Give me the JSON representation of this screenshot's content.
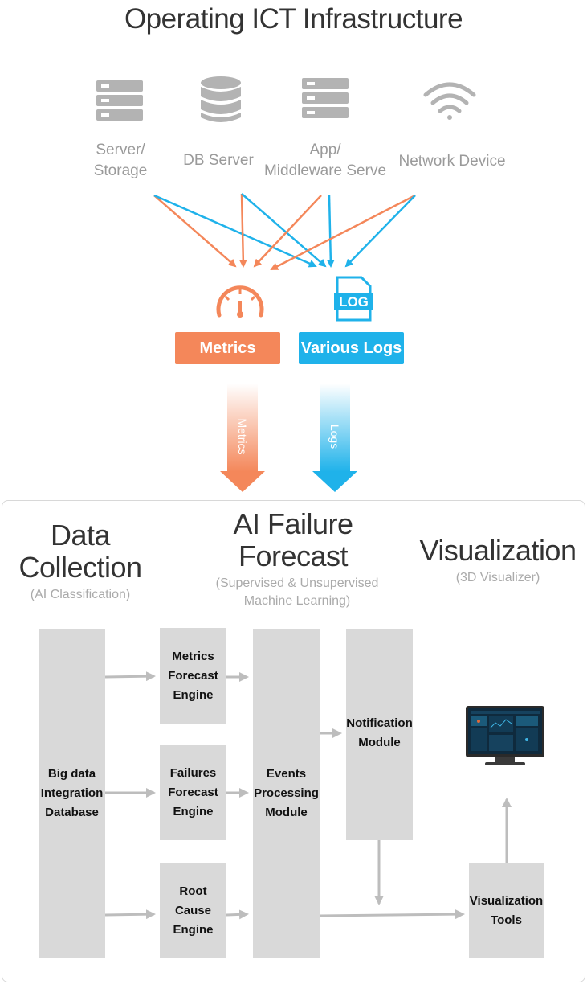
{
  "title": "Operating ICT Infrastructure",
  "devices": [
    {
      "label": "Server/\nStorage",
      "icon": "server-icon"
    },
    {
      "label": "DB Server",
      "icon": "database-icon"
    },
    {
      "label": "App/\nMiddleware Serve",
      "icon": "server-icon"
    },
    {
      "label": "Network Device",
      "icon": "wifi-icon"
    }
  ],
  "pills": {
    "metrics": "Metrics",
    "logs": "Various Logs",
    "log_icon_text": "LOG"
  },
  "flows": {
    "metrics": "Metrics",
    "logs": "Logs"
  },
  "sections": {
    "data_collection": {
      "title": "Data\nCollection",
      "subtitle": "(AI Classification)"
    },
    "ai_forecast": {
      "title": "AI Failure\nForecast",
      "subtitle": "(Supervised & Unsupervised\nMachine Learning)"
    },
    "visualization": {
      "title": "Visualization",
      "subtitle": "(3D Visualizer)"
    }
  },
  "boxes": {
    "big_data": "Big data\nIntegration\nDatabase",
    "metrics_engine": "Metrics\nForecast\nEngine",
    "failures_engine": "Failures\nForecast\nEngine",
    "root_cause": "Root\nCause\nEngine",
    "events": "Events\nProcessing\nModule",
    "notification": "Notification\nModule",
    "viz_tools": "Visualization\nTools"
  },
  "colors": {
    "metrics": "#f4875a",
    "logs": "#1fb2ea",
    "device_gray": "#b3b3b3",
    "box_gray": "#d9d9d9",
    "arrow_gray": "#bdbdbd"
  }
}
